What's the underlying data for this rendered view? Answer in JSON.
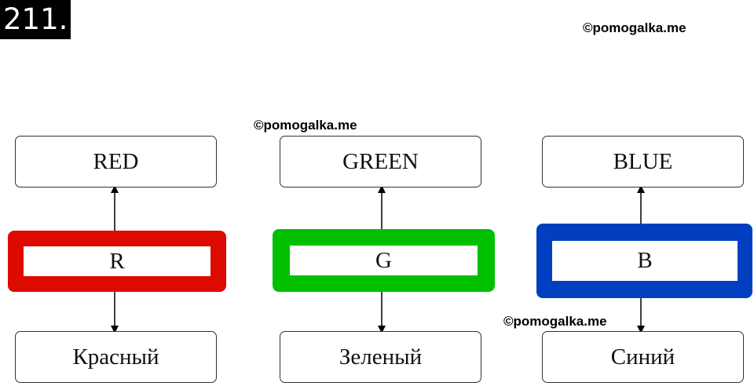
{
  "task_number": "211.",
  "watermarks": [
    "©pomogalka.me",
    "©pomogalka.me",
    "©pomogalka.me"
  ],
  "columns": [
    {
      "english": "RED",
      "letter": "R",
      "russian": "Красный",
      "color": "#dd0a00"
    },
    {
      "english": "GREEN",
      "letter": "G",
      "russian": "Зеленый",
      "color": "#00c000"
    },
    {
      "english": "BLUE",
      "letter": "B",
      "russian": "Синий",
      "color": "#0040c0"
    }
  ]
}
